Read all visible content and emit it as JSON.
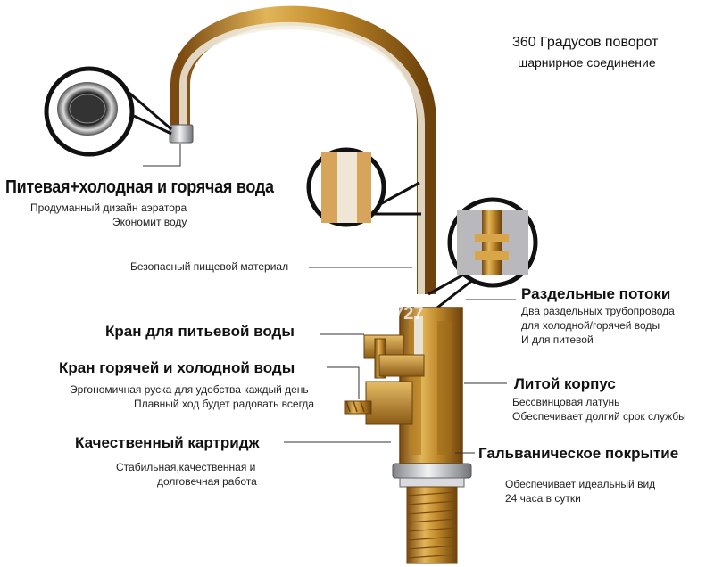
{
  "rotation": {
    "line1": "360 Градусов поворот",
    "line2": "шарнирное соединение"
  },
  "water_type": {
    "title": "Питевая+холодная и горячая вода",
    "line1": "Продуманный дизайн аэратора",
    "line2": "Экономит воду"
  },
  "safe_material": {
    "label": "Безопасный пищевой материал"
  },
  "separate_flows": {
    "title": "Раздельные потоки",
    "line1": "Два раздельных трубопровода",
    "line2": "для холодной/горячей воды",
    "line3": "И для питевой"
  },
  "drinking_tap": {
    "title": "Кран для питьевой воды"
  },
  "hot_cold_tap": {
    "title": "Кран горячей и холодной воды",
    "line1": "Эргономичная руска для удобства каждый день",
    "line2": "Плавный ход будет радовать всегда"
  },
  "cast_body": {
    "title": "Литой корпус",
    "line1": "Бессвинцовая латунь",
    "line2": "Обеспечивает долгий срок службы"
  },
  "cartridge": {
    "title": "Качественный картридж",
    "line1": "Стабильная,качественная и",
    "line2": "долговечная работа"
  },
  "plating": {
    "title": "Гальваническое покрытие",
    "line1": "Обеспечивает идеальный вид",
    "line2": "24 часа в сутки"
  },
  "watermark": "9727",
  "colors": {
    "brass": "#c8922e",
    "brass_dark": "#8a5a16",
    "chrome": "#c9ccd0",
    "line": "#333333"
  }
}
